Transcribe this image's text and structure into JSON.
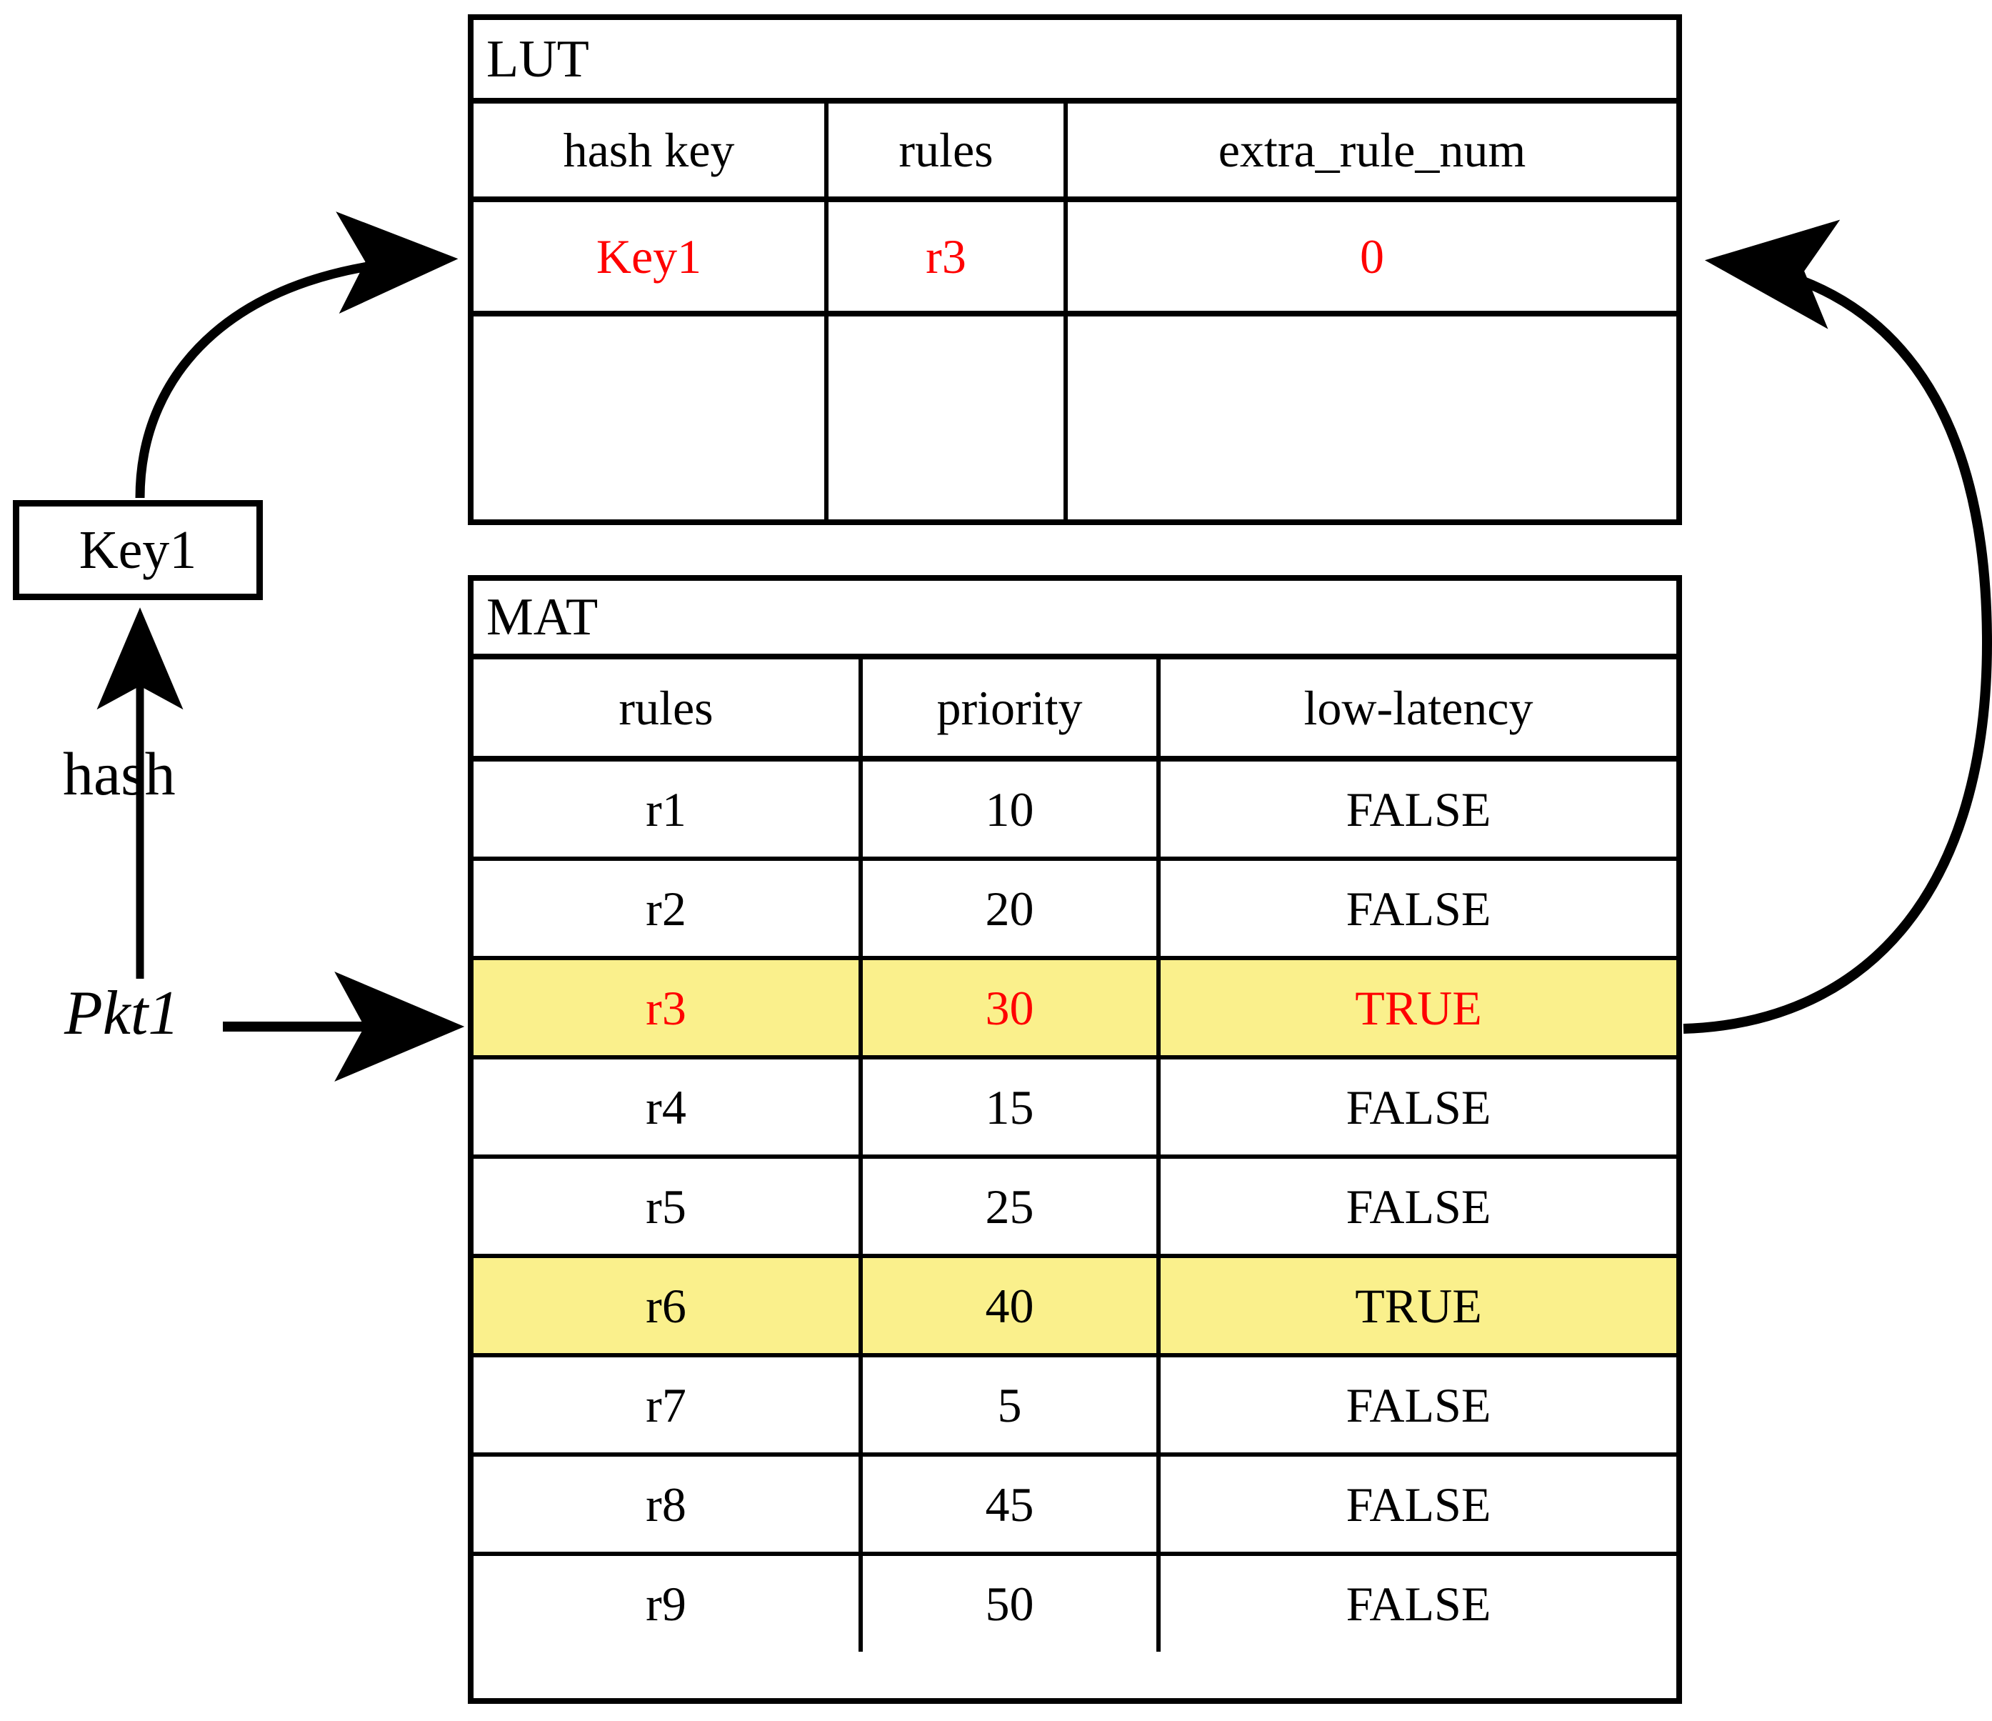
{
  "diagram": {
    "title": "LUT and MAT packet classification flow",
    "colors": {
      "highlight": "#FAF08C",
      "accent_red": "#FF0000",
      "line": "#000000",
      "background": "#FFFFFF"
    }
  },
  "lut": {
    "title": "LUT",
    "headers": [
      "hash key",
      "rules",
      "extra_rule_num"
    ],
    "rows": [
      {
        "hash_key": "Key1",
        "rules": "r3",
        "extra_rule_num": "0",
        "red": true
      }
    ],
    "empty_row_count": 1
  },
  "mat": {
    "title": "MAT",
    "headers": [
      "rules",
      "priority",
      "low-latency"
    ],
    "rows": [
      {
        "rule": "r1",
        "priority": "10",
        "low_latency": "FALSE",
        "highlight": false,
        "red": false
      },
      {
        "rule": "r2",
        "priority": "20",
        "low_latency": "FALSE",
        "highlight": false,
        "red": false
      },
      {
        "rule": "r3",
        "priority": "30",
        "low_latency": "TRUE",
        "highlight": true,
        "red": true
      },
      {
        "rule": "r4",
        "priority": "15",
        "low_latency": "FALSE",
        "highlight": false,
        "red": false
      },
      {
        "rule": "r5",
        "priority": "25",
        "low_latency": "FALSE",
        "highlight": false,
        "red": false
      },
      {
        "rule": "r6",
        "priority": "40",
        "low_latency": "TRUE",
        "highlight": true,
        "red": false
      },
      {
        "rule": "r7",
        "priority": "5",
        "low_latency": "FALSE",
        "highlight": false,
        "red": false
      },
      {
        "rule": "r8",
        "priority": "45",
        "low_latency": "FALSE",
        "highlight": false,
        "red": false
      },
      {
        "rule": "r9",
        "priority": "50",
        "low_latency": "FALSE",
        "highlight": false,
        "red": false
      }
    ]
  },
  "key_box": {
    "label": "Key1"
  },
  "labels": {
    "hash": "hash",
    "packet": "Pkt1"
  },
  "arrows": [
    {
      "name": "hash-arrow",
      "from": "Pkt1",
      "to": "Key1 box",
      "style": "straight-up"
    },
    {
      "name": "key-to-lut-arrow",
      "from": "Key1 box",
      "to": "LUT row",
      "style": "curved"
    },
    {
      "name": "packet-to-mat-arrow",
      "from": "Pkt1",
      "to": "MAT row r3",
      "style": "straight-right"
    },
    {
      "name": "mat-to-lut-arrow",
      "from": "MAT row r3",
      "to": "LUT row",
      "style": "curved-loop"
    }
  ]
}
